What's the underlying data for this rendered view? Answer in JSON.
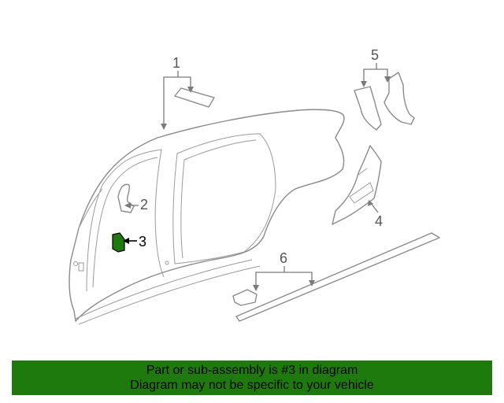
{
  "callouts": {
    "c1": "1",
    "c2": "2",
    "c3": "3",
    "c4": "4",
    "c5": "5",
    "c6": "6"
  },
  "highlight_color": "#1e7a0c",
  "highlighted_part": "3",
  "footer": {
    "line1": "Part or sub-assembly is #3 in diagram",
    "line2": "Diagram may not be specific to your vehicle"
  }
}
